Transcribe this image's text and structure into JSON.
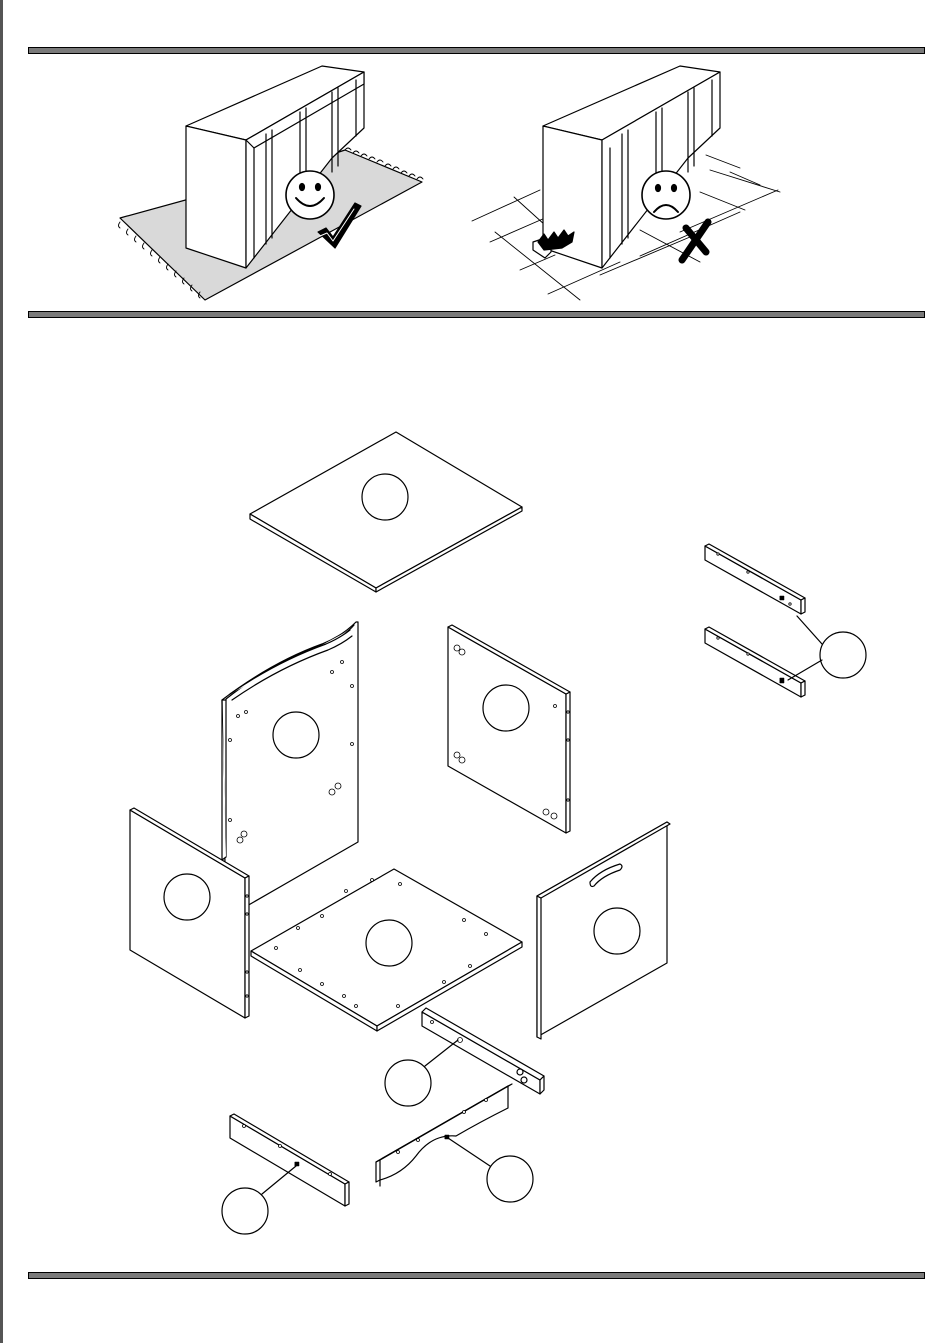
{
  "page": {
    "background": "#ffffff",
    "line_color": "#000000",
    "divider_color": "#7a7a7a",
    "floor_mat_color": "#d9d9d9"
  },
  "top_panel": {
    "good_example": {
      "icon": "smiley-face-icon",
      "mark": "check-mark-icon",
      "surface": "soft-mat"
    },
    "bad_example": {
      "icon": "sad-face-icon",
      "mark": "cross-mark-icon",
      "surface": "hard-tiled-floor"
    }
  },
  "exploded_view": {
    "parts": [
      "top-panel",
      "back-panel",
      "left-side-panel",
      "front-door-panel",
      "right-front-panel",
      "bottom-panel",
      "rail-upper-1",
      "rail-upper-2",
      "rail-lower-right",
      "rail-lower-left",
      "rail-curved"
    ],
    "label_circles": 10
  }
}
